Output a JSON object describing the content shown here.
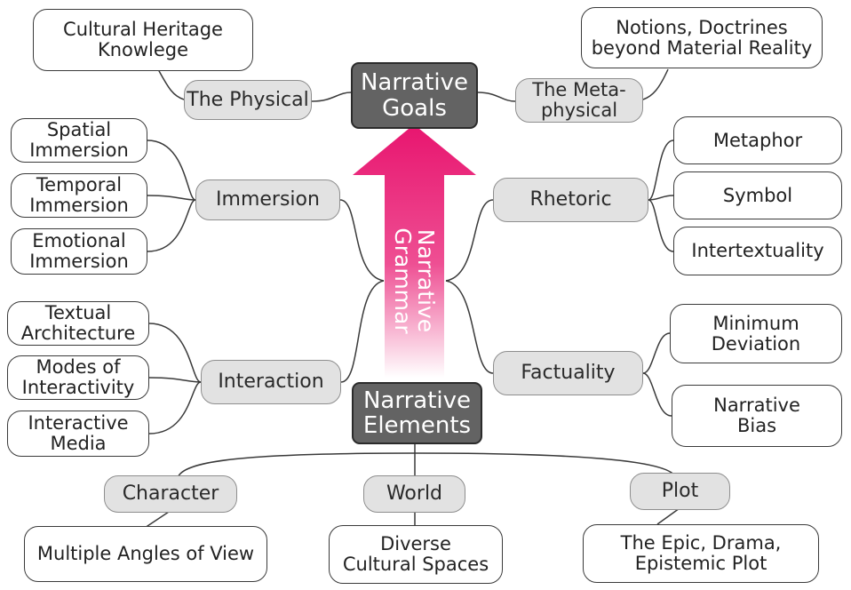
{
  "core": {
    "goals": "Narrative\nGoals",
    "elements": "Narrative\nElements",
    "grammar": "Narrative\nGrammar"
  },
  "goals": {
    "physical": "The Physical",
    "physical_leaf": "Cultural Heritage\nKnowlege",
    "metaphysical": "The Meta-\nphysical",
    "metaphysical_leaf": "Notions, Doctrines\nbeyond Material Reality"
  },
  "immersion": {
    "label": "Immersion",
    "items": [
      "Spatial\nImmersion",
      "Temporal\nImmersion",
      "Emotional\nImmersion"
    ]
  },
  "interaction": {
    "label": "Interaction",
    "items": [
      "Textual\nArchitecture",
      "Modes of\nInteractivity",
      "Interactive\nMedia"
    ]
  },
  "rhetoric": {
    "label": "Rhetoric",
    "items": [
      "Metaphor",
      "Symbol",
      "Intertextuality"
    ]
  },
  "factuality": {
    "label": "Factuality",
    "items": [
      "Minimum\nDeviation",
      "Narrative\nBias"
    ]
  },
  "elements": {
    "character": "Character",
    "character_leaf": "Multiple Angles of View",
    "world": "World",
    "world_leaf": "Diverse\nCultural Spaces",
    "plot": "Plot",
    "plot_leaf": "The Epic, Drama,\nEpistemic Plot"
  },
  "colors": {
    "arrow_top": "#e8156f",
    "arrow_bottom": "#ffffff",
    "core_fill": "#636363",
    "mid_fill": "#e2e2e2",
    "line": "#3a3a3a"
  }
}
